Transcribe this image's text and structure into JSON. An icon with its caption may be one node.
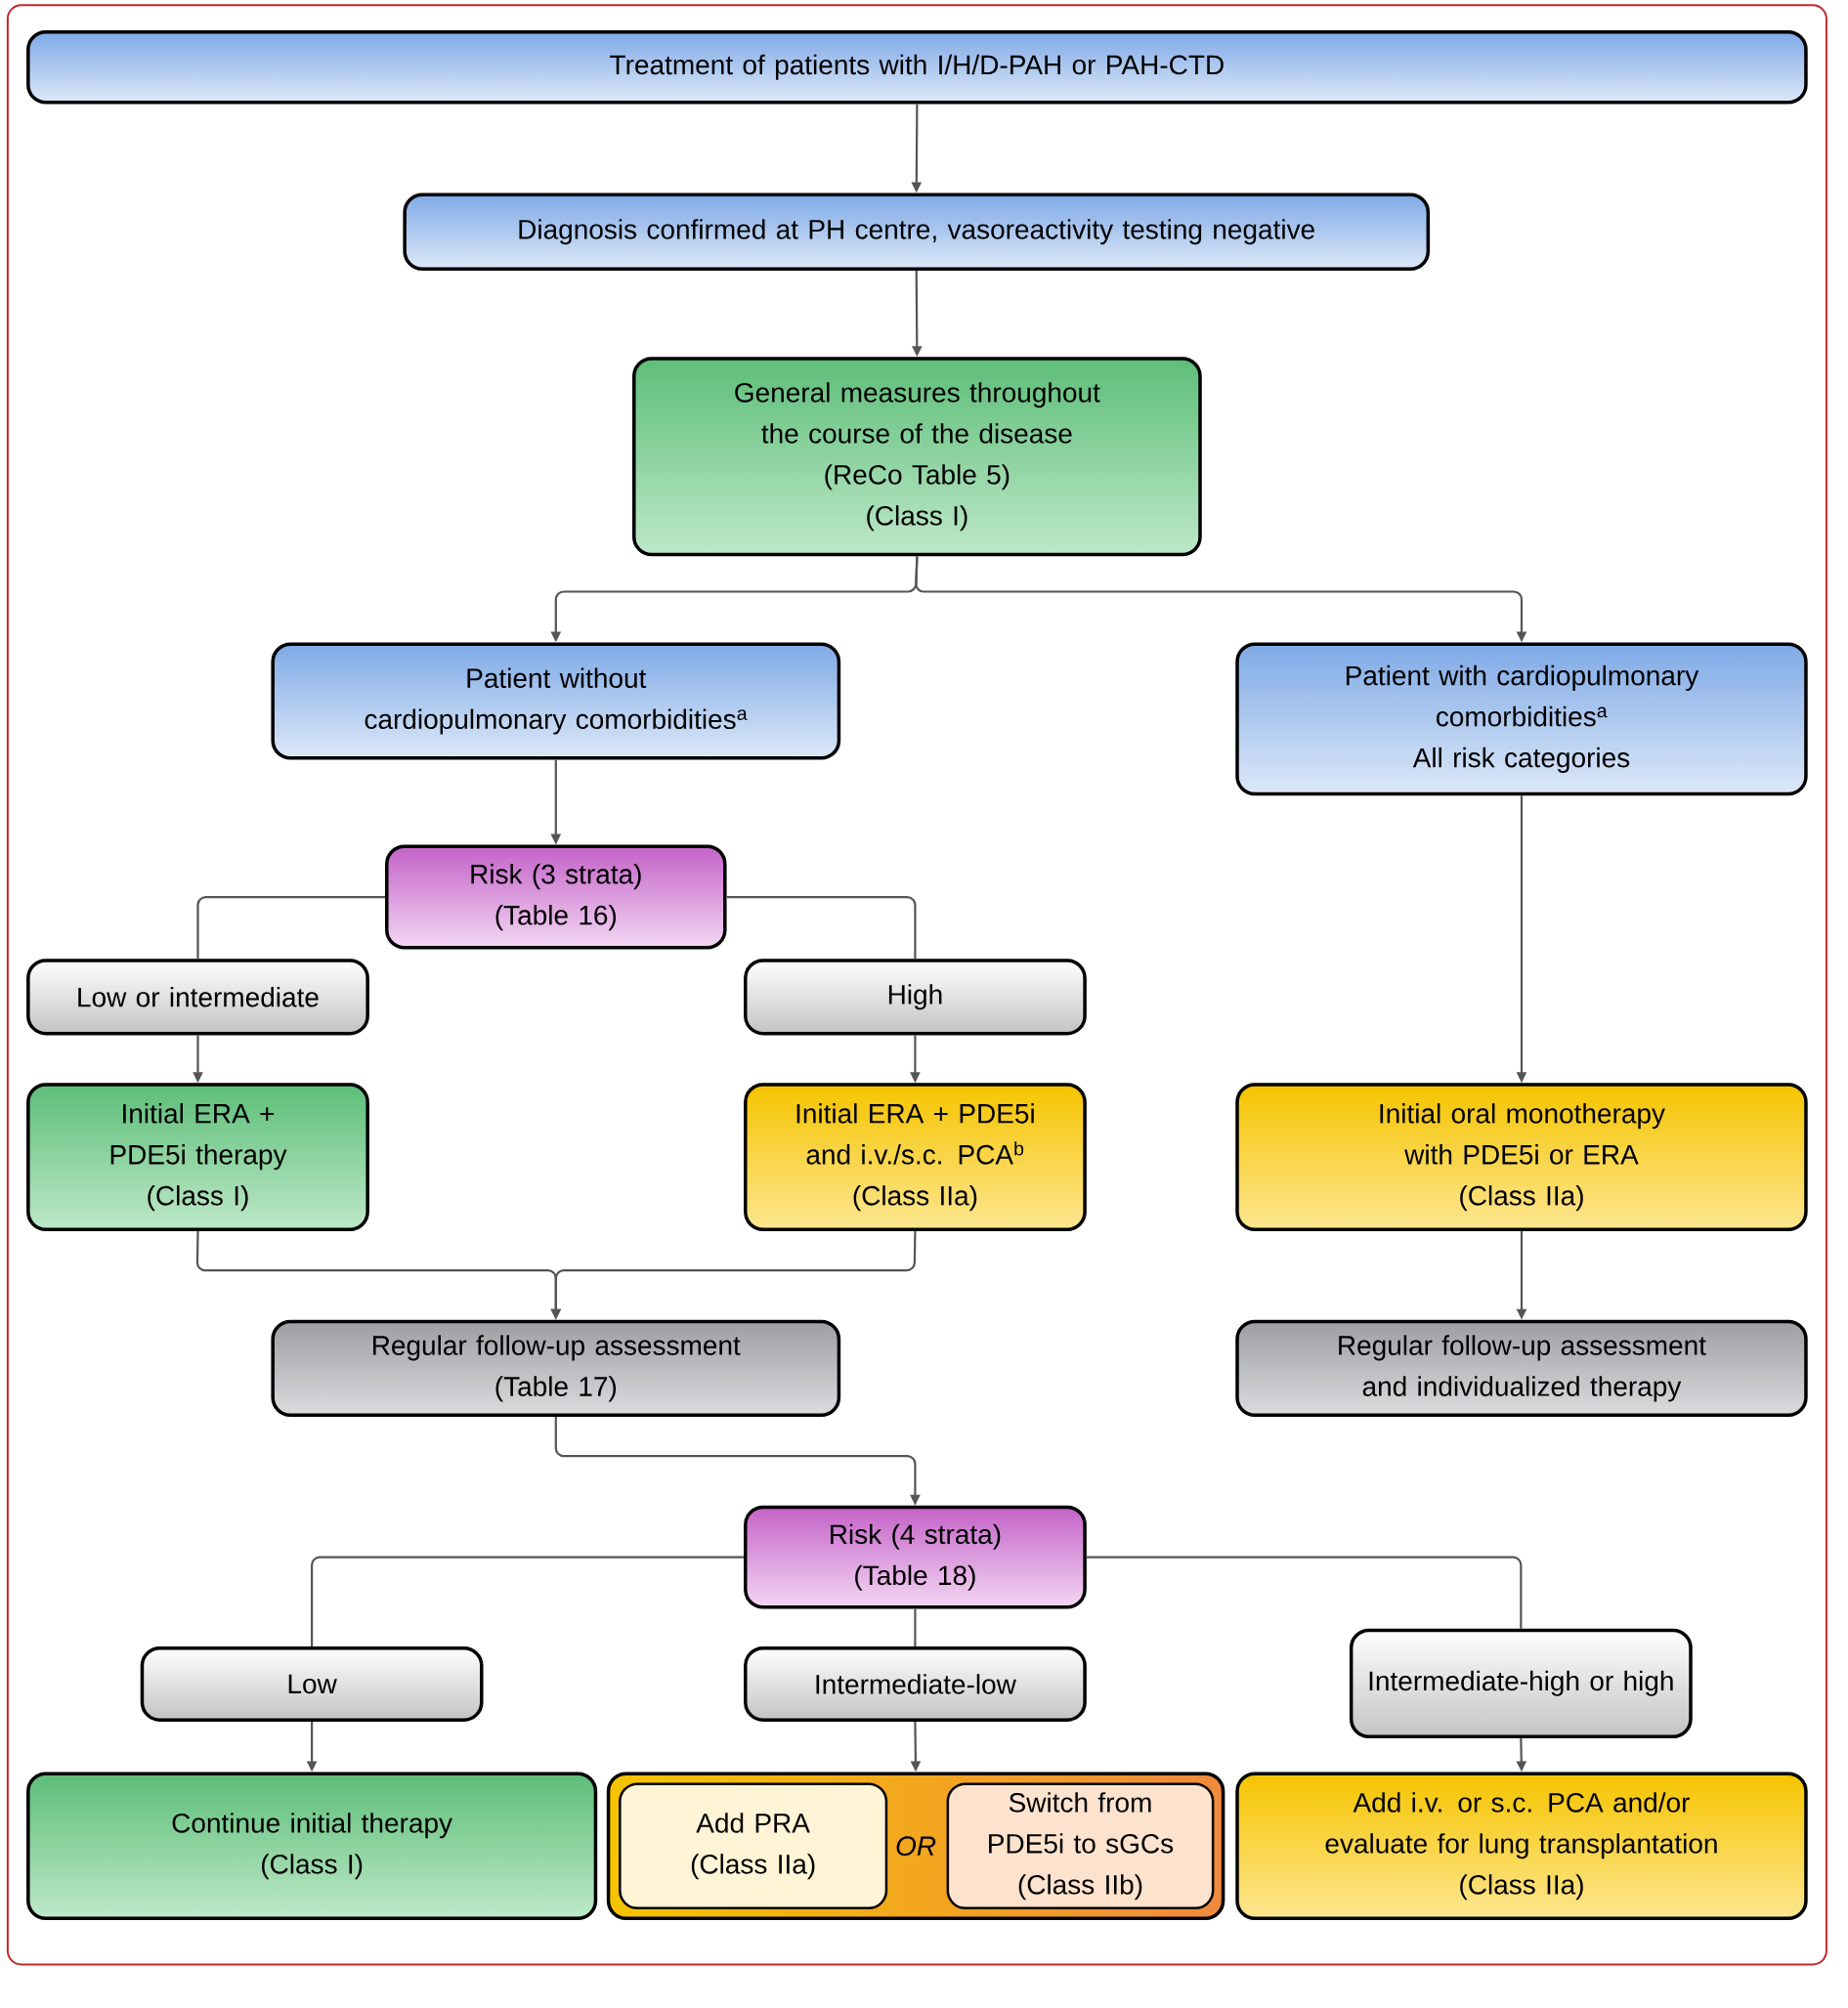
{
  "diagram": {
    "nodes": [
      {
        "text": [
          "Treatment of patients with I/H/D-PAH or PAH-CTD"
        ]
      },
      {
        "text": [
          "Diagnosis confirmed at PH centre, vasoreactivity testing negative"
        ]
      },
      {
        "text": [
          "General measures throughout the course of the disease",
          "(ReCo Table 5)",
          "(Class I)"
        ]
      },
      {
        "text": [
          "Patient without cardiopulmonary comorbidities$^{a}$"
        ]
      },
      {
        "text": [
          "Patient with cardiopulmonary comorbidities$^{a}$",
          "All risk categories"
        ]
      },
      {
        "text": [
          "Risk (3 strata)",
          "(Table 16)"
        ]
      },
      {
        "text": [
          "Low or intermediate"
        ]
      },
      {
        "text": [
          "High"
        ]
      },
      {
        "text": [
          "Initial ERA + PDE5i therapy",
          "(Class I)"
        ]
      },
      {
        "text": [
          "Initial ERA + PDE5i and i.v./s.c. PCA$^{b}$",
          "(Class IIa)"
        ]
      },
      {
        "text": [
          "Initial oral monotherapy with PDE5i or ERA",
          "(Class IIa)"
        ]
      },
      {
        "text": [
          "Regular follow-up assessment",
          "(Table 17)"
        ]
      },
      {
        "text": [
          "Regular follow-up assessment and individualized therapy"
        ]
      },
      {
        "text": [
          "Risk (4 strata)",
          "(Table 18)"
        ]
      },
      {
        "text": [
          "Low"
        ]
      },
      {
        "text": [
          "Intermediate-low"
        ]
      },
      {
        "text": [
          "Intermediate-high or high"
        ]
      },
      {
        "text": [
          "Continue initial therapy",
          "(Class I)"
        ]
      },
      {
        "text": [
          "OR"
        ]
      },
      {
        "text": [
          "Add PRA",
          "(Class IIa)"
        ],
        "in": 18
      },
      {
        "text": [
          "Switch from PDE5i to sGCs",
          "(Class IIb)"
        ],
        "in": 18
      },
      {
        "text": [
          "Add i.v. or s.c. PCA and/or evaluate for lung transplantation",
          "(Class IIa)"
        ]
      }
    ],
    "edges": [
      {
        "from": 0,
        "to": 1,
        "arrow": "to"
      },
      {
        "from": 1,
        "to": 2,
        "arrow": "to"
      },
      {
        "from": 2,
        "to": 3,
        "arrow": "to"
      },
      {
        "from": 2,
        "to": 4,
        "arrow": "to"
      },
      {
        "from": 3,
        "to": 5,
        "arrow": "to"
      },
      {
        "from": 5,
        "to": 6,
        "arrow": "none"
      },
      {
        "from": 5,
        "to": 7,
        "arrow": "none"
      },
      {
        "from": 6,
        "to": 8,
        "arrow": "to"
      },
      {
        "from": 7,
        "to": 9,
        "arrow": "to"
      },
      {
        "from": 4,
        "to": 10,
        "arrow": "to"
      },
      {
        "from": 8,
        "to": 11,
        "arrow": "to"
      },
      {
        "from": 9,
        "to": 11,
        "arrow": "to"
      },
      {
        "from": 10,
        "to": 12,
        "arrow": "to"
      },
      {
        "from": 11,
        "to": 13,
        "arrow": "to"
      },
      {
        "from": 13,
        "to": 14,
        "arrow": "none"
      },
      {
        "from": 13,
        "to": 15,
        "arrow": "none"
      },
      {
        "from": 13,
        "to": 16,
        "arrow": "none"
      },
      {
        "from": 14,
        "to": 17,
        "arrow": "to"
      },
      {
        "from": 15,
        "to": 18,
        "arrow": "to"
      },
      {
        "from": 16,
        "to": 21,
        "arrow": "to"
      }
    ]
  }
}
